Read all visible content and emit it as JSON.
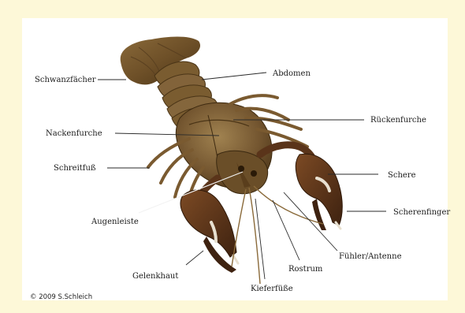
{
  "labels": {
    "schwanzfaecher": "Schwanzfächer",
    "abdomen": "Abdomen",
    "rueckenfurche": "Rückenfurche",
    "nackenfurche": "Nackenfurche",
    "schreitfuss": "Schreitfuß",
    "schere": "Schere",
    "scherenfinger": "Scherenfinger",
    "augenleiste": "Augenleiste",
    "fuehler_antenne": "Fühler/Antenne",
    "rostrum": "Rostrum",
    "gelenkhaut": "Gelenkhaut",
    "kieferfuesse": "Kieferfüße"
  },
  "copyright": "© 2009 S.Schleich",
  "colors": {
    "page_background": "#fdf8d8",
    "panel_background": "#ffffff",
    "body_brown": "#7a5a2e",
    "body_dark": "#4e3818",
    "claw_red_brown": "#6a3a1c",
    "claw_tip": "#e8e0d0"
  }
}
